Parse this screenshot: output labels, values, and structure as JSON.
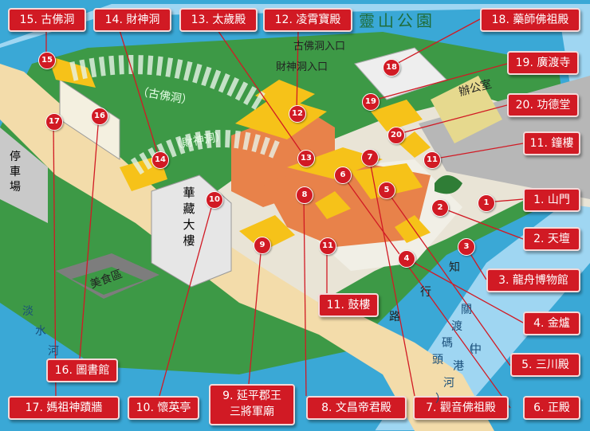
{
  "title": "靈山公園",
  "labels": {
    "l15": "15. 古佛洞",
    "l14": "14. 財神洞",
    "l13": "13. 太歲殿",
    "l12": "12. 凌霄寶殿",
    "l18": "18. 藥師佛祖殿",
    "l19": "19. 廣渡寺",
    "l20": "20. 功德堂",
    "l11a": "11. 鐘樓",
    "l1": "1. 山門",
    "l2": "2. 天壇",
    "l3": "3. 龍舟博物館",
    "l11b": "11. 鼓樓",
    "l4": "4. 金爐",
    "l5": "5. 三川殿",
    "l6": "6. 正殿",
    "l7": "7. 觀音佛祖殿",
    "l8": "8. 文昌帝君殿",
    "l9": "9. 延平郡王\n三將軍廟",
    "l10": "10. 懷英亭",
    "l16": "16. 圖書館",
    "l17": "17. 媽祖神蹟牆"
  },
  "markers": {
    "m1": "1",
    "m2": "2",
    "m3": "3",
    "m4": "4",
    "m5": "5",
    "m6": "6",
    "m7": "7",
    "m8": "8",
    "m9": "9",
    "m10": "10",
    "m11a": "11",
    "m11b": "11",
    "m12": "12",
    "m13": "13",
    "m14": "14",
    "m15": "15",
    "m16": "16",
    "m17": "17",
    "m18": "18",
    "m19": "19",
    "m20": "20"
  },
  "text": {
    "gufo_entrance": "古佛洞入口",
    "caishen_entrance": "財神洞入口",
    "gufo_tunnel": "（古佛洞）",
    "caishen_tunnel": "（財神洞）",
    "parking": [
      "停",
      "車",
      "場"
    ],
    "huazang": [
      "華",
      "藏",
      "大",
      "樓"
    ],
    "food": "美食區",
    "office": "辦公室",
    "river": [
      "淡",
      "水",
      "河"
    ],
    "road": [
      "知",
      "行",
      "路"
    ],
    "port": [
      "關",
      "渡",
      "碼",
      "頭",
      "（",
      "中",
      "港",
      "河",
      "）"
    ]
  },
  "colors": {
    "water": "#3aa8d6",
    "lawn": "#3d9946",
    "road": "#f3dcaa",
    "marker": "#d11a24",
    "roof": "#f6c219"
  }
}
